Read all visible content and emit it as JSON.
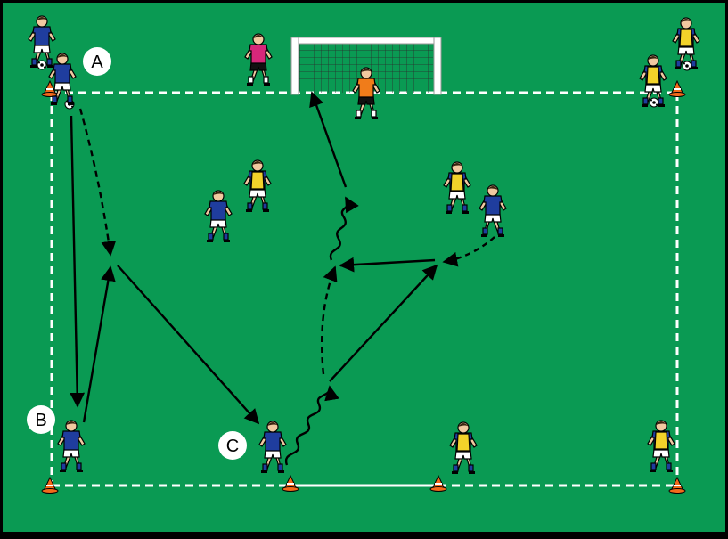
{
  "colors": {
    "pitch": "#0a9a53",
    "border": "#000000",
    "line": "#ffffff",
    "team_blue": "#1f3d9e",
    "bib_yellow": "#f2d22a",
    "keeper_orange": "#f07c1a",
    "keeper_pink": "#d6277a",
    "cone": "#f26a1b",
    "arrow": "#000000"
  },
  "labels": {
    "a": "A",
    "b": "B",
    "c": "C"
  },
  "legend_icons": [
    "player-blue",
    "player-yellow-bib",
    "goalkeeper",
    "ball",
    "cone",
    "goal",
    "pass-arrow",
    "run-arrow",
    "dribble-arrow"
  ]
}
